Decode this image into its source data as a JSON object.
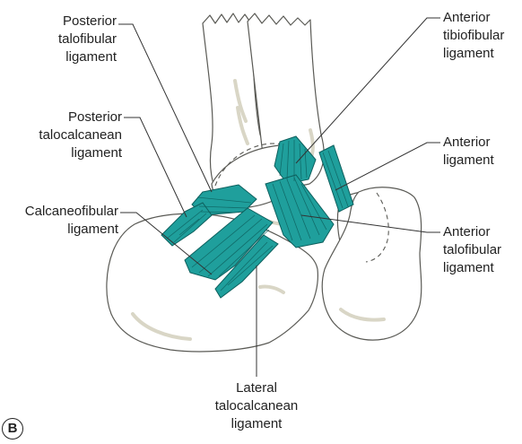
{
  "figure": {
    "panel_letter": "B",
    "colors": {
      "ligament_fill": "#1f9f9c",
      "ligament_stroke": "#0d5f5d",
      "bone_stroke": "#5a5a55",
      "bone_fill": "#ffffff",
      "bone_shade": "#d9d6c6",
      "leader_line": "#333333"
    },
    "labels": {
      "posterior_talofibular": [
        "Posterior",
        "talofibular",
        "ligament"
      ],
      "posterior_talocalcanean": [
        "Posterior",
        "talocalcanean",
        "ligament"
      ],
      "calcaneofibular": [
        "Calcaneofibular",
        "ligament"
      ],
      "anterior_tibiofibular": [
        "Anterior",
        "tibiofibular",
        "ligament"
      ],
      "anterior": [
        "Anterior",
        "ligament"
      ],
      "anterior_talofibular": [
        "Anterior",
        "talofibular",
        "ligament"
      ],
      "lateral_talocalcanean": [
        "Lateral",
        "talocalcanean",
        "ligament"
      ]
    }
  }
}
